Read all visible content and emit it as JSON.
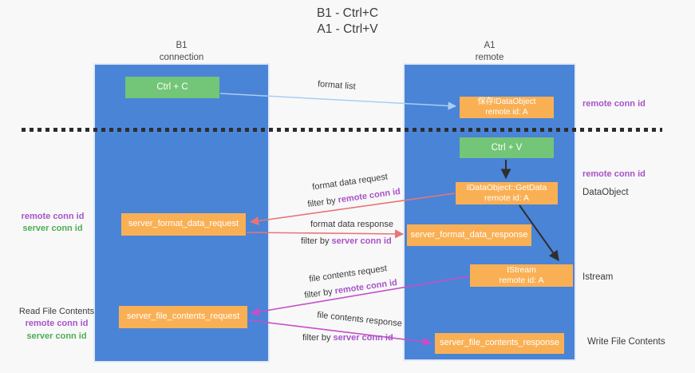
{
  "title": {
    "line1": "B1 - Ctrl+C",
    "line2": "A1 - Ctrl+V"
  },
  "lanes": {
    "left": {
      "title": "B1",
      "subtitle": "connection"
    },
    "right": {
      "title": "A1",
      "subtitle": "remote"
    }
  },
  "nodes": {
    "ctrl_c": {
      "label": "Ctrl + C"
    },
    "save_idataobject": {
      "line1": "保存IDataObject",
      "line2": "remote id: A"
    },
    "ctrl_v": {
      "label": "Ctrl + V"
    },
    "idataobject_getdata": {
      "line1": "IDataObject::GetData",
      "line2": "remote id: A"
    },
    "server_format_data_request": {
      "label": "server_format_data_request"
    },
    "server_format_data_response": {
      "label": "server_format_data_response"
    },
    "istream": {
      "line1": "IStream",
      "line2": "remote id: A"
    },
    "server_file_contents_request": {
      "label": "server_file_contents_request"
    },
    "server_file_contents_response": {
      "label": "server_file_contents_response"
    }
  },
  "edge_labels": {
    "format_list": "format list",
    "format_data_request": "format data request",
    "format_data_response": "format data response",
    "file_contents_request": "file contents request",
    "file_contents_response": "file contents response",
    "filter_by": "filter by",
    "remote_conn_id": "remote conn id",
    "server_conn_id": "server conn id"
  },
  "side_labels": {
    "read_file_contents": "Read File Contents",
    "write_file_contents": "Write File Contents",
    "dataobject": "DataObject",
    "istream": "Istream"
  },
  "colors": {
    "lane_blue": "#4A84D7",
    "node_orange": "#F9B055",
    "node_green": "#73C577",
    "remote_conn_purple": "#A853C6",
    "server_conn_green": "#4CAF50",
    "arrow_salmon": "#E87575",
    "arrow_magenta": "#C44FC9",
    "arrow_lightblue": "#A9CEEF",
    "arrow_black": "#2F2F2F",
    "dash_color": "#2D2D2D",
    "background": "#F8F8F9"
  }
}
